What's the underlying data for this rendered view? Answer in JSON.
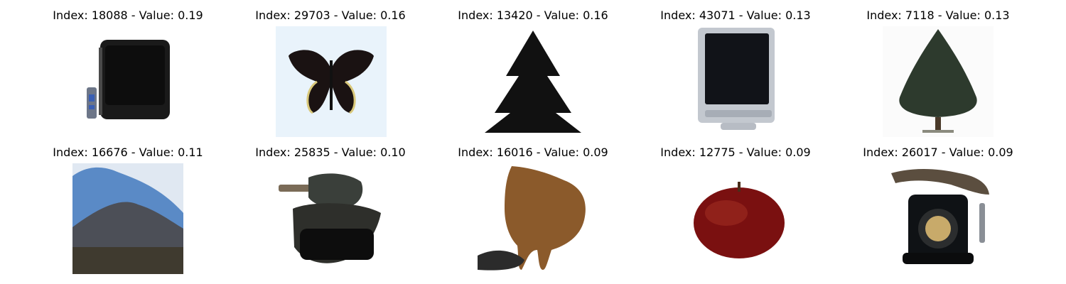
{
  "panels": [
    {
      "title": "Index: 18088 - Value: 0.19",
      "subject": "television"
    },
    {
      "title": "Index: 29703 - Value: 0.16",
      "subject": "butterfly"
    },
    {
      "title": "Index: 13420 - Value: 0.16",
      "subject": "pine-tree"
    },
    {
      "title": "Index: 43071 - Value: 0.13",
      "subject": "television"
    },
    {
      "title": "Index: 7118 - Value: 0.13",
      "subject": "tree"
    },
    {
      "title": "Index: 16676 - Value: 0.11",
      "subject": "mountain"
    },
    {
      "title": "Index: 25835 - Value: 0.10",
      "subject": "tank"
    },
    {
      "title": "Index: 16016 - Value: 0.09",
      "subject": "lion"
    },
    {
      "title": "Index: 12775 - Value: 0.09",
      "subject": "apple"
    },
    {
      "title": "Index: 26017 - Value: 0.09",
      "subject": "telephone"
    }
  ]
}
